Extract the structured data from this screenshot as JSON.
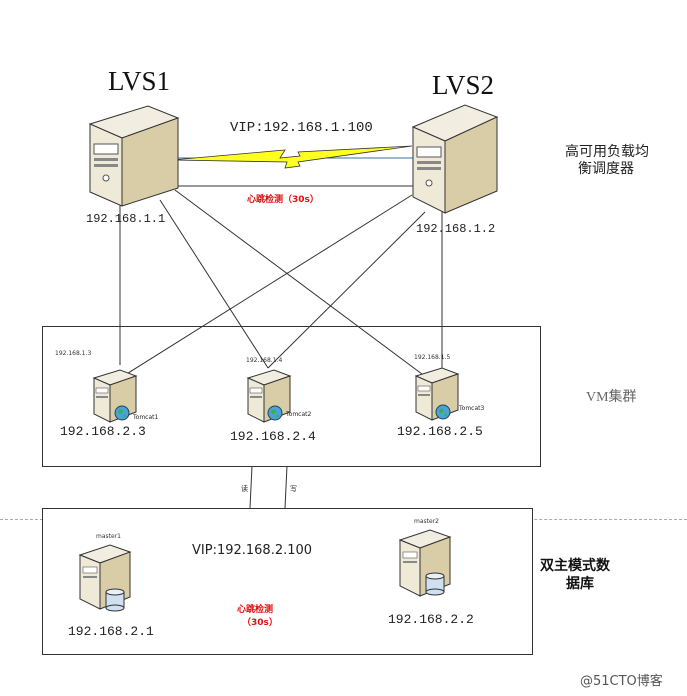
{
  "lvs1": {
    "title": "LVS1",
    "ip": "192.168.1.1"
  },
  "lvs2": {
    "title": "LVS2",
    "ip": "192.168.1.2"
  },
  "lvs_vip": "VIP:192.168.1.100",
  "lvs_heartbeat": "心跳检测（30s）",
  "lvs_side_label": [
    "高可用负载均",
    "衡调度器"
  ],
  "vm_cluster_label": "VM集群",
  "tomcats": [
    {
      "small_ip": "192.168.1.3",
      "name": "Tomcat1",
      "ip": "192.168.2.3"
    },
    {
      "small_ip": "192.168.1.4",
      "name": "Tomcat2",
      "ip": "192.168.2.4"
    },
    {
      "small_ip": "192.168.1.5",
      "name": "Tomcat3",
      "ip": "192.168.2.5"
    }
  ],
  "rw_labels": {
    "read": "读",
    "write": "写"
  },
  "masters": [
    {
      "name": "master1",
      "ip": "192.168.2.1"
    },
    {
      "name": "master2",
      "ip": "192.168.2.2"
    }
  ],
  "db_vip": "VIP:192.168.2.100",
  "db_heartbeat": [
    "心跳检测",
    "（30s）"
  ],
  "db_side_label": [
    "双主模式数",
    "据库"
  ],
  "watermark": "@51CTO博客"
}
